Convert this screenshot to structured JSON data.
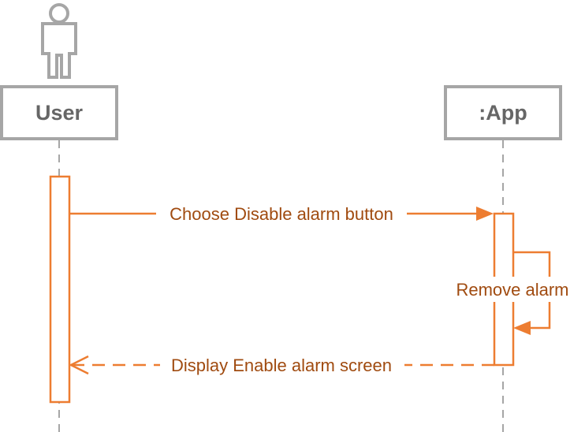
{
  "diagram": {
    "type": "sequence",
    "actors": [
      {
        "id": "user",
        "title": "User",
        "kind": "actor"
      },
      {
        "id": "app",
        "title": ":App",
        "kind": "object"
      }
    ],
    "messages": [
      {
        "from": "User",
        "to": ":App",
        "label": "Choose Disable alarm button",
        "style": "synchronous"
      },
      {
        "from": ":App",
        "to": ":App",
        "label": "Remove alarm",
        "style": "self-call"
      },
      {
        "from": ":App",
        "to": "User",
        "label": "Display Enable alarm screen",
        "style": "return"
      }
    ],
    "colors": {
      "lifeline_gray": "#a6a6a6",
      "title_gray": "#666666",
      "message_orange": "#ed7d31",
      "label_brown": "#a04b10"
    }
  }
}
